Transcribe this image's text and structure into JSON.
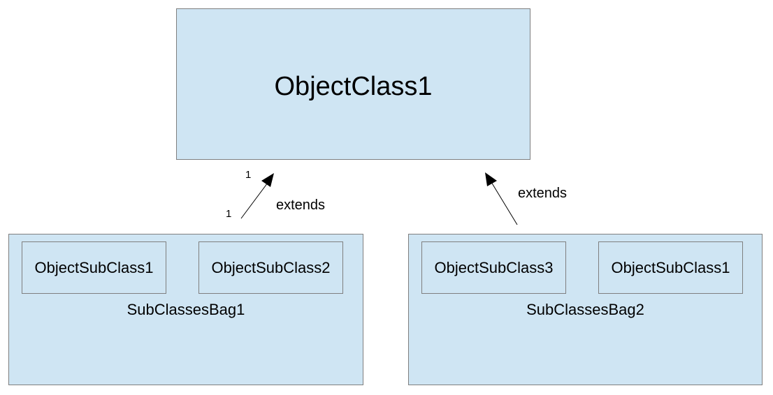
{
  "diagram": {
    "main_class": {
      "label": "ObjectClass1"
    },
    "bags": [
      {
        "label": "SubClassesBag1",
        "subclasses": [
          "ObjectSubClass1",
          "ObjectSubClass2"
        ]
      },
      {
        "label": "SubClassesBag2",
        "subclasses": [
          "ObjectSubClass3",
          "ObjectSubClass1"
        ]
      }
    ],
    "edges": [
      {
        "label": "extends",
        "multiplicity_source": "1",
        "multiplicity_target": "1"
      },
      {
        "label": "extends"
      }
    ],
    "colors": {
      "box_fill": "#cfe5f3",
      "box_border": "#7f7f7f",
      "line": "#000000"
    }
  }
}
